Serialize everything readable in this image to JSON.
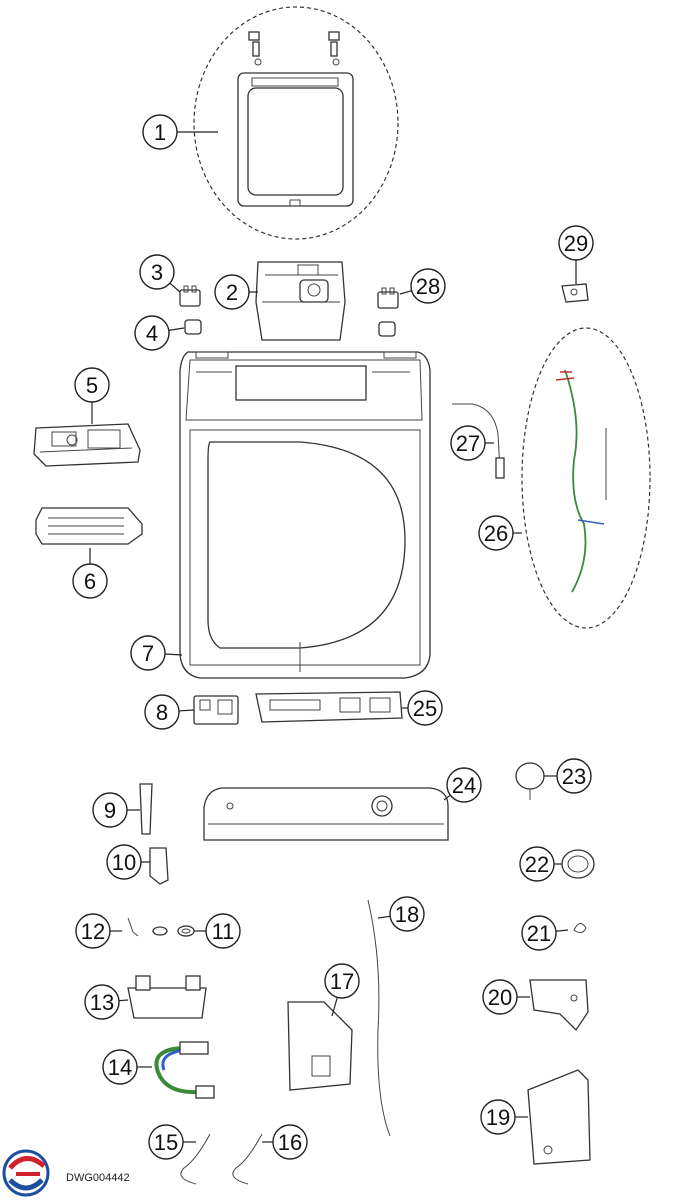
{
  "drawing_code": "DWG004442",
  "callouts": [
    {
      "label": "1"
    },
    {
      "label": "2"
    },
    {
      "label": "3"
    },
    {
      "label": "4"
    },
    {
      "label": "5"
    },
    {
      "label": "6"
    },
    {
      "label": "7"
    },
    {
      "label": "8"
    },
    {
      "label": "9"
    },
    {
      "label": "10"
    },
    {
      "label": "11"
    },
    {
      "label": "12"
    },
    {
      "label": "13"
    },
    {
      "label": "14"
    },
    {
      "label": "15"
    },
    {
      "label": "16"
    },
    {
      "label": "17"
    },
    {
      "label": "18"
    },
    {
      "label": "19"
    },
    {
      "label": "20"
    },
    {
      "label": "21"
    },
    {
      "label": "22"
    },
    {
      "label": "23"
    },
    {
      "label": "24"
    },
    {
      "label": "25"
    },
    {
      "label": "26"
    },
    {
      "label": "27"
    },
    {
      "label": "28"
    },
    {
      "label": "29"
    }
  ],
  "colors": {
    "line": "#333333",
    "wire_green": "#3a8a3a",
    "wire_blue": "#3060c0",
    "wire_red": "#c03030",
    "logo_red": "#d4202a",
    "logo_blue": "#1d4fa0"
  }
}
